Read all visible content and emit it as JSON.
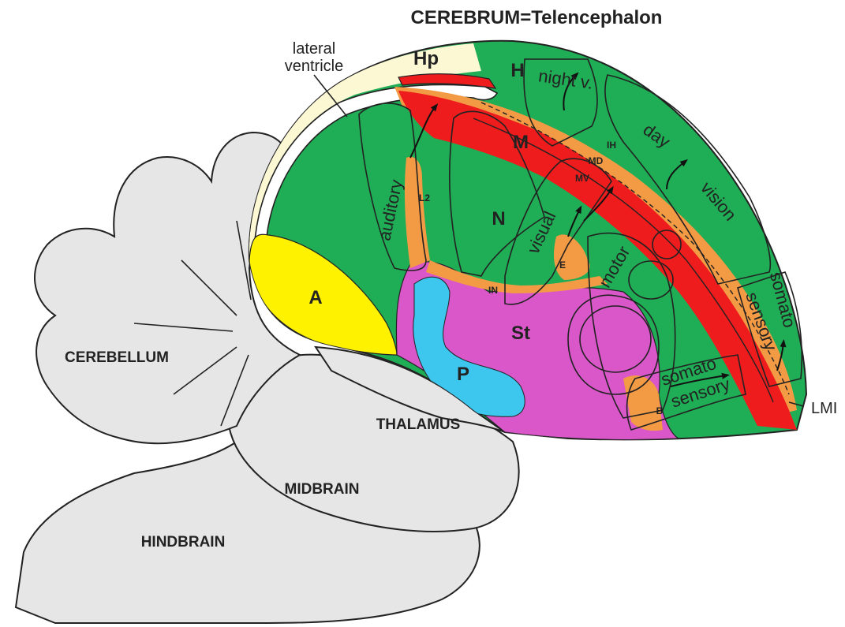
{
  "title": "CEREBRUM=Telencephalon",
  "structures": {
    "cerebellum": "CEREBELLUM",
    "thalamus": "THALAMUS",
    "midbrain": "MIDBRAIN",
    "hindbrain": "HINDBRAIN"
  },
  "regions": {
    "hp": "Hp",
    "h": "H",
    "m": "M",
    "n": "N",
    "a": "A",
    "st": "St",
    "p": "P"
  },
  "small_labels": {
    "ih": "IH",
    "md": "MD",
    "mv": "MV",
    "l2": "L2",
    "e": "E",
    "in": "IN",
    "b": "B"
  },
  "functional_labels": {
    "night_v": "night v.",
    "day": "day",
    "vision": "vision",
    "auditory": "auditory",
    "visual": "visual",
    "motor": "motor",
    "somato_upper": "somato",
    "sensory_upper": "sensory",
    "somato_lower": "somato",
    "sensory_lower": "sensory"
  },
  "callouts": {
    "lateral_line1": "lateral",
    "lateral_line2": "ventricle",
    "lmi": "LMI"
  },
  "colors": {
    "green": "#1fad55",
    "red": "#ee1c1c",
    "orange": "#f39a44",
    "yellow": "#fff200",
    "magenta": "#d957c9",
    "cyan": "#3dc6ee",
    "cream": "#fcf8d4",
    "gray": "#e6e6e6"
  }
}
